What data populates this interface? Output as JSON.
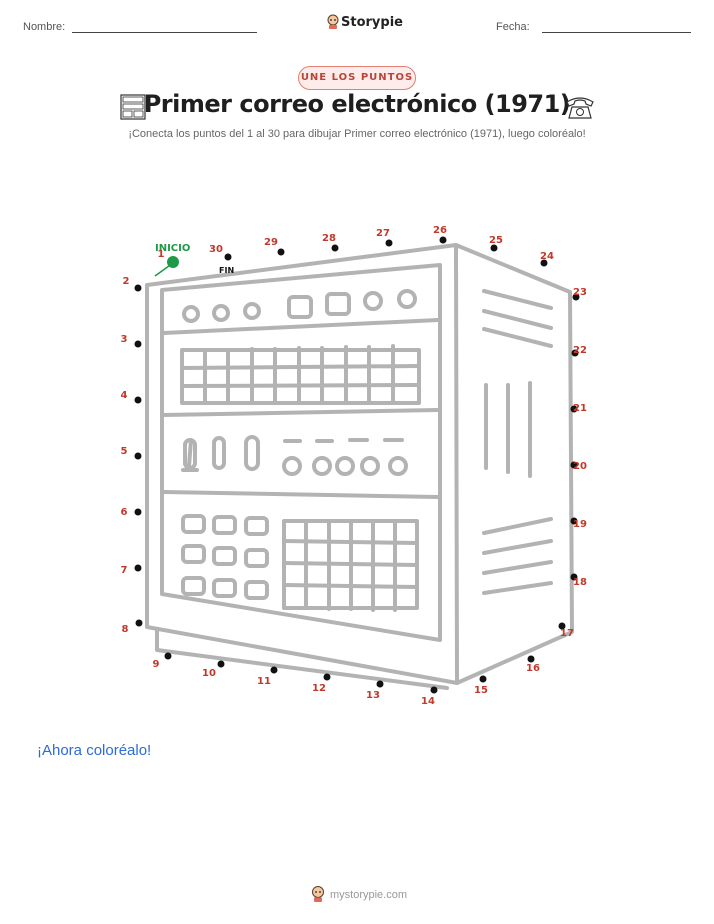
{
  "header": {
    "name_label": "Nombre:",
    "date_label": "Fecha:",
    "brand": "Storypie"
  },
  "badge": "UNE LOS PUNTOS",
  "title": "Primer correo electrónico (1971)",
  "subtitle": "¡Conecta los puntos del 1 al 30 para dibujar Primer correo electrónico (1971), luego coloréalo!",
  "puzzle": {
    "start_label": "INICIO",
    "end_label": "FIN",
    "dot_numbers": [
      "1",
      "2",
      "3",
      "4",
      "5",
      "6",
      "7",
      "8",
      "9",
      "10",
      "11",
      "12",
      "13",
      "14",
      "15",
      "16",
      "17",
      "18",
      "19",
      "20",
      "21",
      "22",
      "23",
      "24",
      "25",
      "26",
      "27",
      "28",
      "29",
      "30"
    ],
    "colors": {
      "numbers": "#c0392b",
      "start": "#1e9a48",
      "drawing": "#b3b3b3",
      "dots": "#111111"
    }
  },
  "color_prompt": "¡Ahora coloréalo!",
  "footer": {
    "site": "mystorypie.com"
  }
}
